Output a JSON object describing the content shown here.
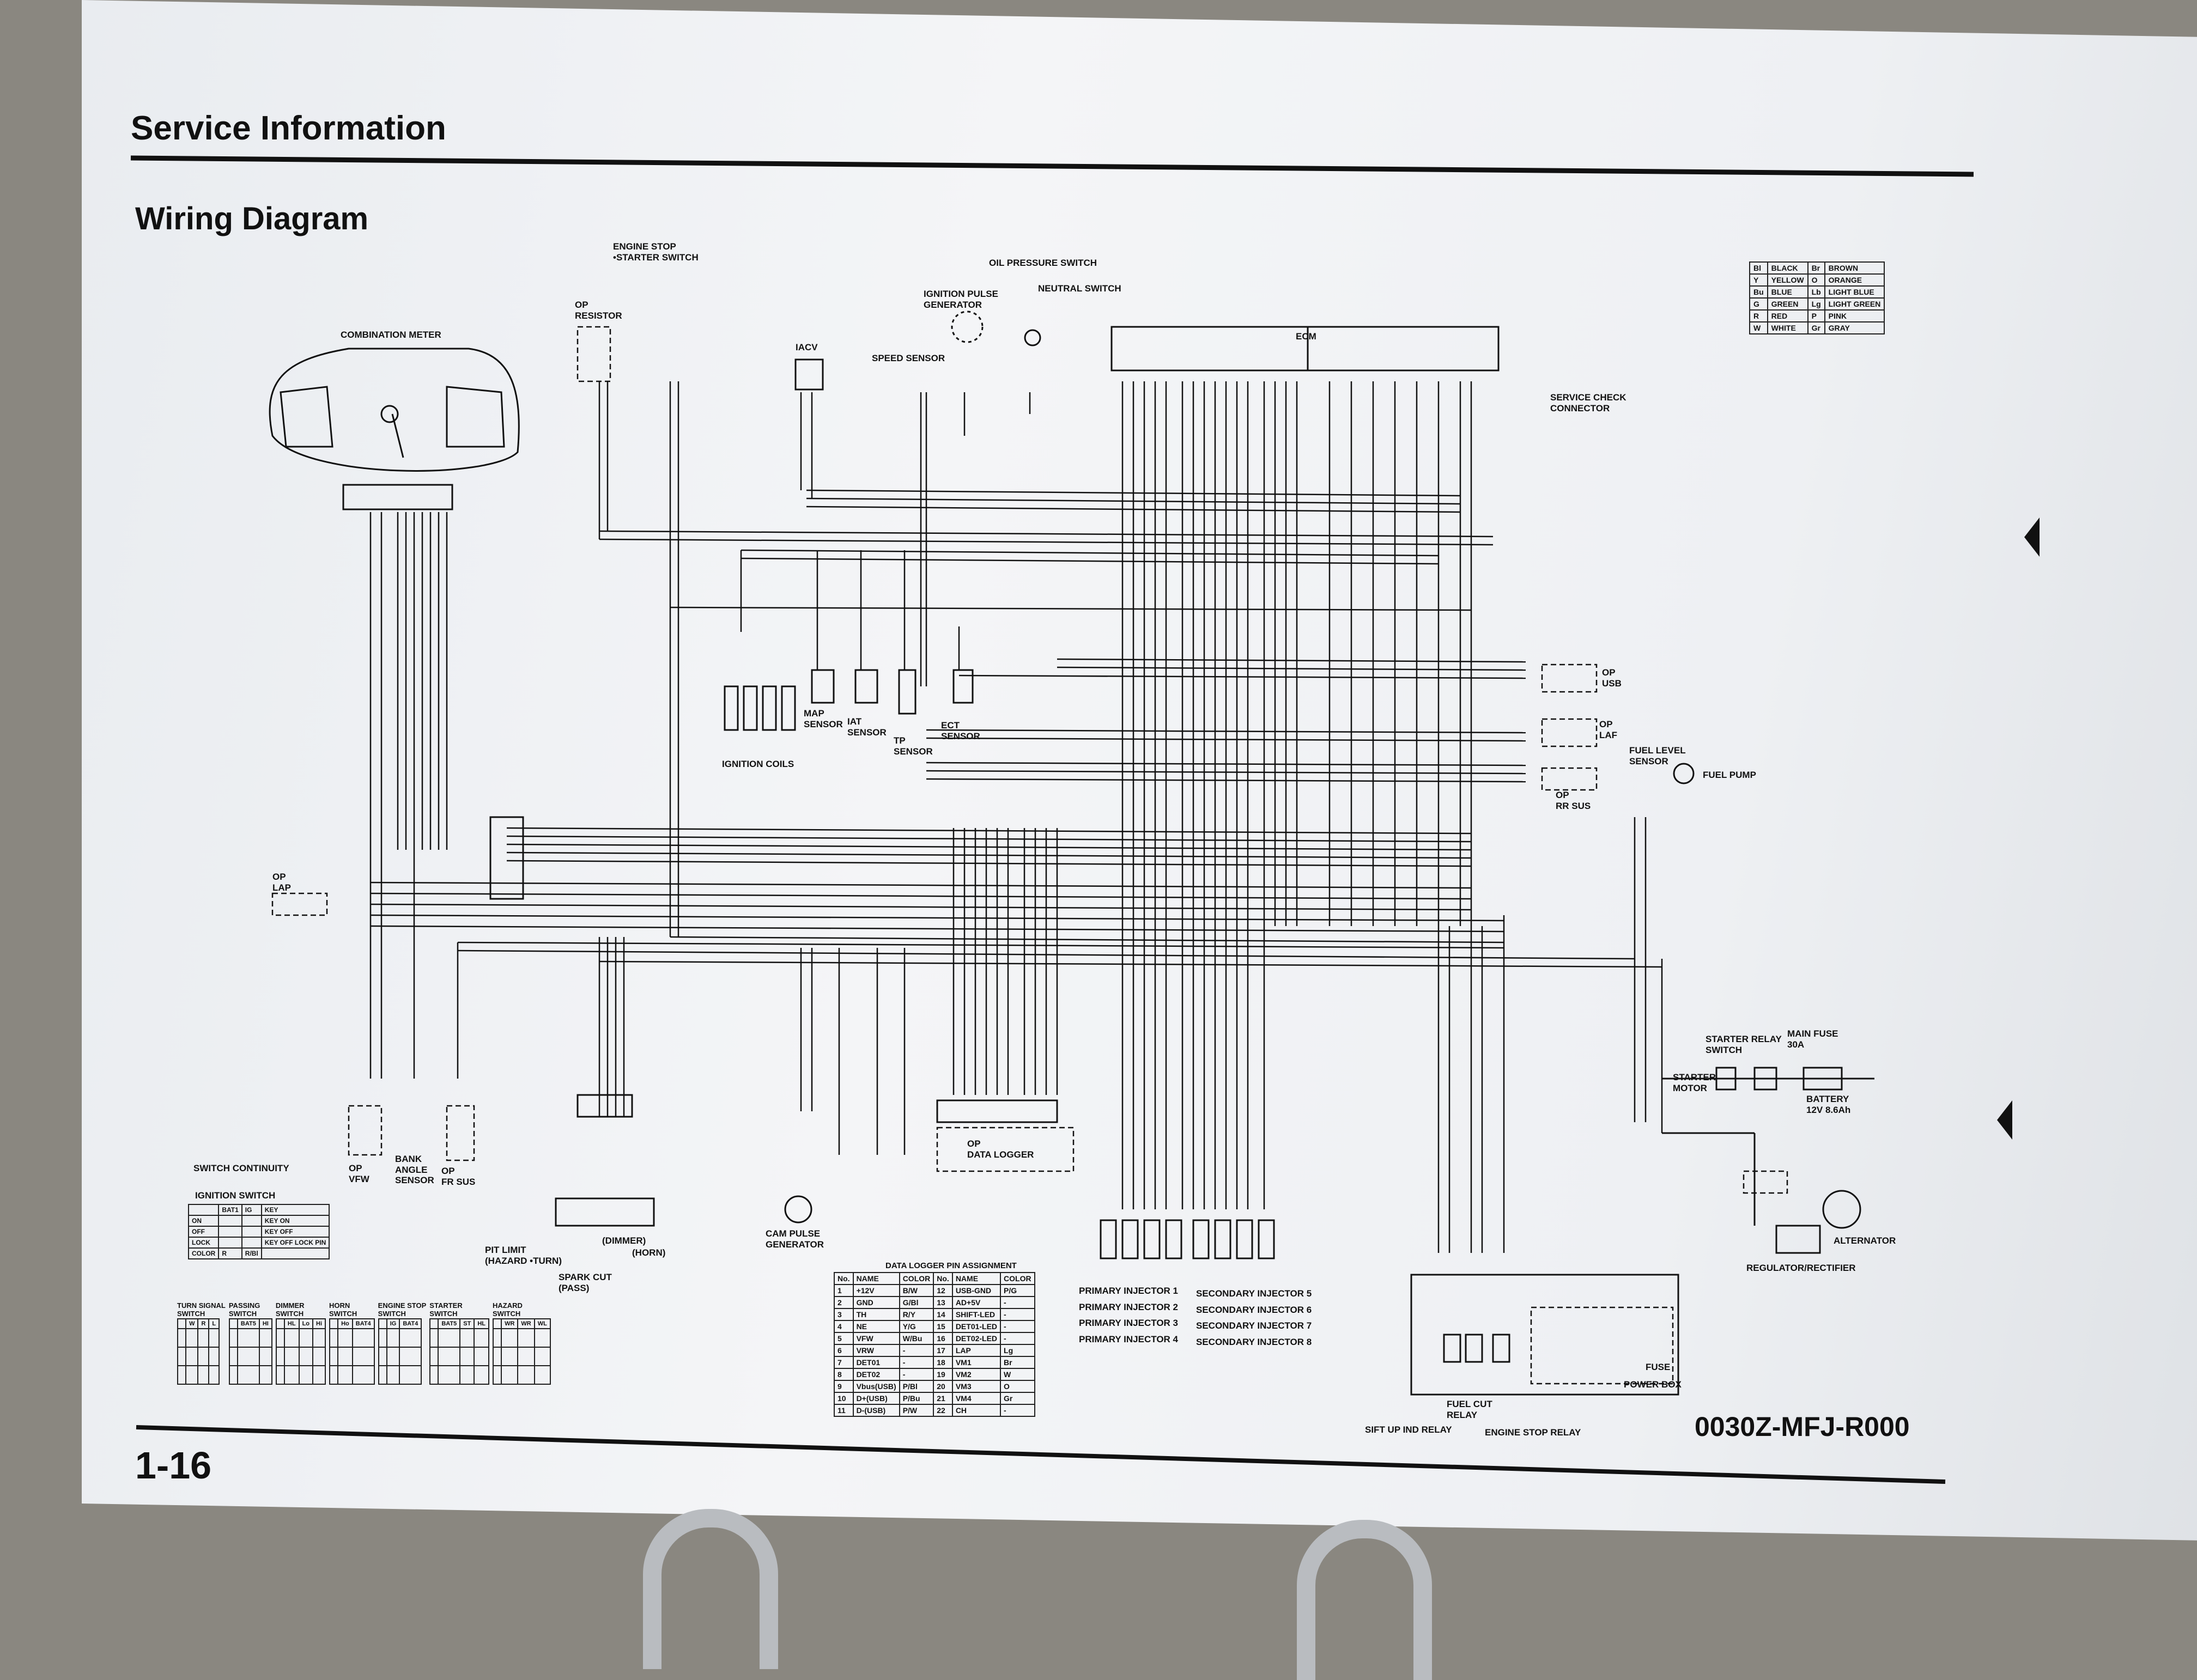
{
  "header": {
    "title": "Service Information"
  },
  "section": {
    "title": "Wiring Diagram"
  },
  "footer": {
    "page_number": "1-16",
    "part_code": "0030Z-MFJ-R000"
  },
  "legend": {
    "title": "",
    "rows": [
      [
        "Bl",
        "BLACK",
        "Br",
        "BROWN"
      ],
      [
        "Y",
        "YELLOW",
        "O",
        "ORANGE"
      ],
      [
        "Bu",
        "BLUE",
        "Lb",
        "LIGHT BLUE"
      ],
      [
        "G",
        "GREEN",
        "Lg",
        "LIGHT GREEN"
      ],
      [
        "R",
        "RED",
        "P",
        "PINK"
      ],
      [
        "W",
        "WHITE",
        "Gr",
        "GRAY"
      ]
    ]
  },
  "components": {
    "combination_meter": "COMBINATION METER",
    "engine_stop_starter_switch": "ENGINE STOP\n•STARTER SWITCH",
    "op_resistor": "OP\nRESISTOR",
    "iacv": "IACV",
    "speed_sensor": "SPEED SENSOR",
    "ignition_pulse_generator": "IGNITION PULSE\nGENERATOR",
    "oil_pressure_switch": "OIL PRESSURE SWITCH",
    "neutral_switch": "NEUTRAL SWITCH",
    "ecm": "ECM",
    "service_check_connector": "SERVICE CHECK\nCONNECTOR",
    "ignition_coils": "IGNITION COILS",
    "map_sensor": "MAP\nSENSOR",
    "iat_sensor": "IAT\nSENSOR",
    "tp_sensor": "TP\nSENSOR",
    "ect_sensor": "ECT\nSENSOR",
    "op_usb": "OP\nUSB",
    "op_laf": "OP\nLAF",
    "op_rr_sus": "OP\nRR SUS",
    "fuel_level_sensor": "FUEL LEVEL\nSENSOR",
    "fuel_pump": "FUEL PUMP",
    "op_lap": "OP\nLAP",
    "op_vfw": "OP\nVFW",
    "bank_angle_sensor": "BANK\nANGLE\nSENSOR",
    "op_fr_sus": "OP\nFR SUS",
    "switch_continuity": "SWITCH CONTINUITY",
    "pit_limit": "PIT LIMIT\n(HAZARD •TURN)",
    "dimmer": "(DIMMER)",
    "horn": "(HORN)",
    "spark_cut": "SPARK CUT\n(PASS)",
    "cam_pulse_generator": "CAM PULSE\nGENERATOR",
    "op_data_logger": "OP\nDATA LOGGER",
    "primary_injectors": [
      "PRIMARY INJECTOR 1",
      "PRIMARY INJECTOR 2",
      "PRIMARY INJECTOR 3",
      "PRIMARY INJECTOR 4"
    ],
    "secondary_injectors": [
      "SECONDARY INJECTOR 5",
      "SECONDARY INJECTOR 6",
      "SECONDARY INJECTOR 7",
      "SECONDARY INJECTOR 8"
    ],
    "starter_relay_switch": "STARTER RELAY\nSWITCH",
    "main_fuse": "MAIN FUSE\n30A",
    "starter_motor": "STARTER\nMOTOR",
    "battery": "BATTERY\n12V 8.6Ah",
    "alternator": "ALTERNATOR",
    "regulator_rectifier": "REGULATOR/RECTIFIER",
    "fuse": "FUSE",
    "power_box": "POWER BOX",
    "fuel_cut_relay": "FUEL CUT\nRELAY",
    "sift_up_ind_relay": "SIFT UP IND RELAY",
    "engine_stop_relay": "ENGINE STOP RELAY"
  },
  "data_logger_table": {
    "title": "DATA LOGGER PIN ASSIGNMENT",
    "headers": [
      "No.",
      "NAME",
      "COLOR",
      "No.",
      "NAME",
      "COLOR"
    ],
    "rows": [
      [
        "1",
        "+12V",
        "B/W",
        "12",
        "USB-GND",
        "P/G"
      ],
      [
        "2",
        "GND",
        "G/Bl",
        "13",
        "AD+5V",
        "-"
      ],
      [
        "3",
        "TH",
        "R/Y",
        "14",
        "SHIFT-LED",
        "-"
      ],
      [
        "4",
        "NE",
        "Y/G",
        "15",
        "DET01-LED",
        "-"
      ],
      [
        "5",
        "VFW",
        "W/Bu",
        "16",
        "DET02-LED",
        "-"
      ],
      [
        "6",
        "VRW",
        "-",
        "17",
        "LAP",
        "Lg"
      ],
      [
        "7",
        "DET01",
        "-",
        "18",
        "VM1",
        "Br"
      ],
      [
        "8",
        "DET02",
        "-",
        "19",
        "VM2",
        "W"
      ],
      [
        "9",
        "Vbus(USB)",
        "P/Bl",
        "20",
        "VM3",
        "O"
      ],
      [
        "10",
        "D+(USB)",
        "P/Bu",
        "21",
        "VM4",
        "Gr"
      ],
      [
        "11",
        "D-(USB)",
        "P/W",
        "22",
        "CH",
        "-"
      ]
    ]
  },
  "ignition_switch_table": {
    "title": "IGNITION SWITCH",
    "rows": [
      [
        "",
        "BAT1",
        "IG",
        "KEY"
      ],
      [
        "ON",
        "",
        "",
        "KEY ON"
      ],
      [
        "OFF",
        "",
        "",
        "KEY OFF"
      ],
      [
        "LOCK",
        "",
        "",
        "KEY OFF LOCK PIN"
      ],
      [
        "COLOR",
        "R",
        "R/Bl",
        ""
      ]
    ]
  },
  "switch_tables": [
    {
      "title": "TURN SIGNAL\nSWITCH",
      "cols": [
        "",
        "W",
        "R",
        "L"
      ]
    },
    {
      "title": "PASSING\nSWITCH",
      "cols": [
        "",
        "BAT5",
        "HI"
      ]
    },
    {
      "title": "DIMMER\nSWITCH",
      "cols": [
        "",
        "HL",
        "Lo",
        "Hi"
      ]
    },
    {
      "title": "HORN\nSWITCH",
      "cols": [
        "",
        "Ho",
        "BAT4"
      ]
    },
    {
      "title": "ENGINE STOP\nSWITCH",
      "cols": [
        "",
        "IG",
        "BAT4"
      ]
    },
    {
      "title": "STARTER\nSWITCH",
      "cols": [
        "",
        "BAT5",
        "ST",
        "HL"
      ]
    },
    {
      "title": "HAZARD\nSWITCH",
      "cols": [
        "",
        "WR",
        "WR",
        "WL"
      ]
    }
  ]
}
